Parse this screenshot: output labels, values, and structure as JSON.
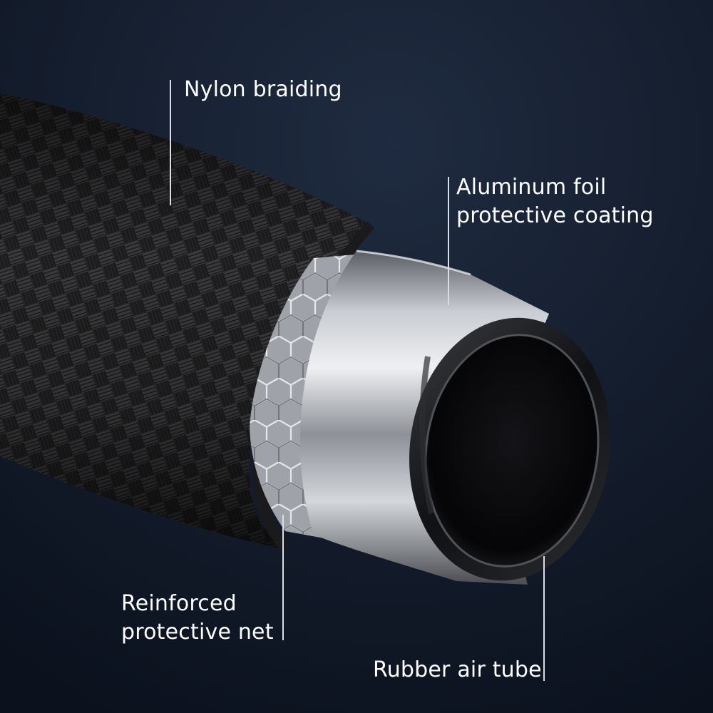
{
  "colors": {
    "background": "#111a2a",
    "braid": "#2b2b2d",
    "foil": "#b9bcc2",
    "rubber": "#0d0d10",
    "text": "#ffffff",
    "leader": "#d8dde6"
  },
  "callouts": {
    "nylon_braiding": {
      "lines": [
        "Nylon braiding"
      ]
    },
    "aluminum_foil": {
      "lines": [
        "Aluminum foil",
        "protective coating"
      ]
    },
    "reinforced_net": {
      "lines": [
        "Reinforced",
        "protective net"
      ]
    },
    "rubber_tube": {
      "lines": [
        "Rubber air tube"
      ]
    }
  }
}
